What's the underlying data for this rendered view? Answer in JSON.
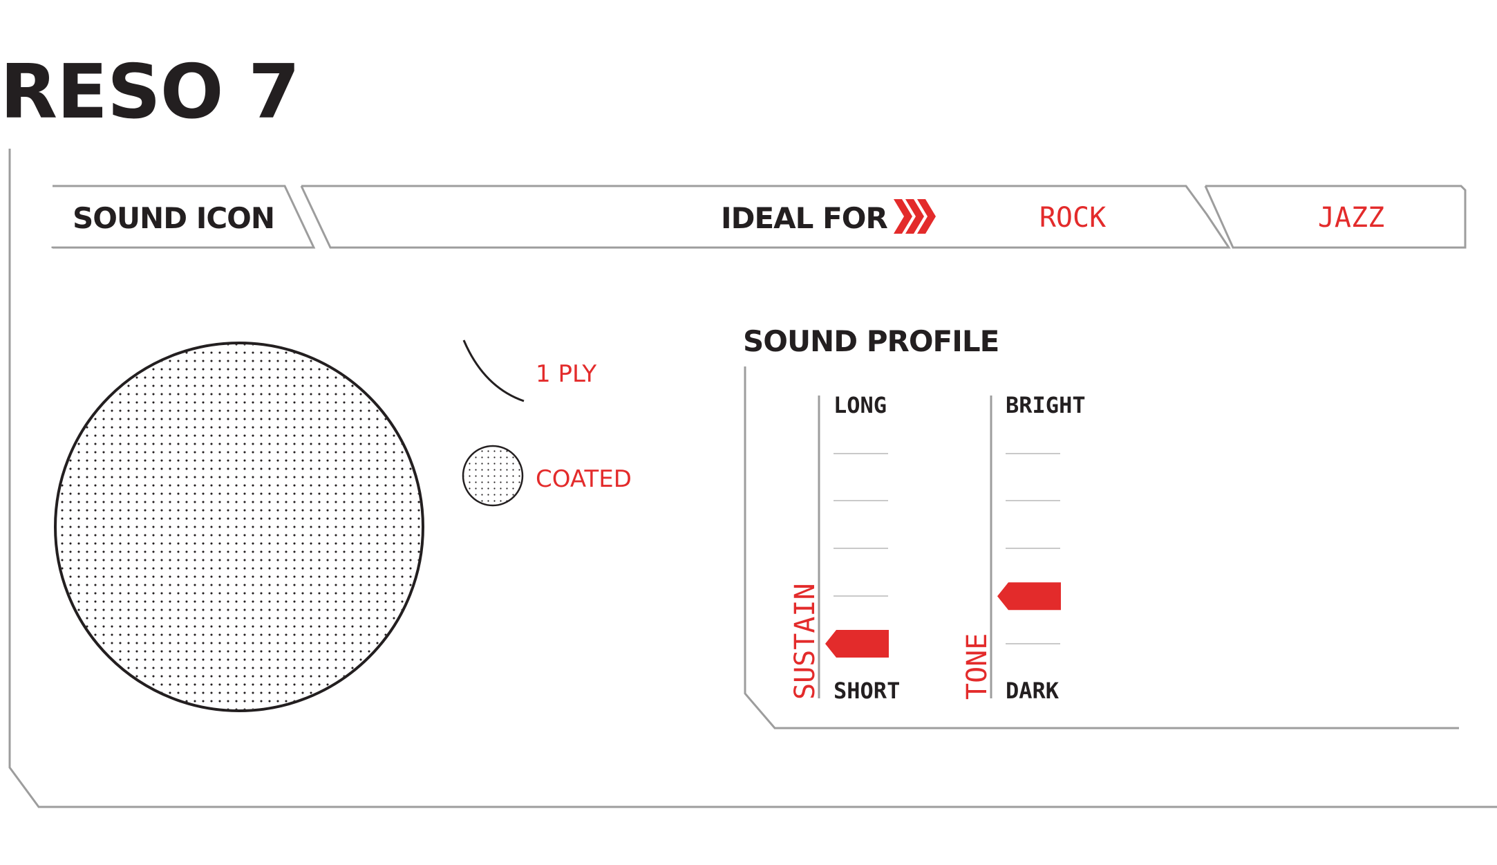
{
  "product": {
    "title": "RESO 7"
  },
  "header": {
    "sound_icon_label": "SOUND ICON",
    "ideal_for_label": "IDEAL FOR",
    "genres": [
      "ROCK",
      "JAZZ"
    ]
  },
  "drumhead": {
    "ply_label": "1 PLY",
    "finish_label": "COATED"
  },
  "sound_profile": {
    "title": "SOUND PROFILE",
    "meters": [
      {
        "name": "SUSTAIN",
        "top_label": "LONG",
        "bottom_label": "SHORT",
        "level": 0.0
      },
      {
        "name": "TONE",
        "top_label": "BRIGHT",
        "bottom_label": "DARK",
        "level": 0.25
      }
    ]
  },
  "colors": {
    "accent": "#e32b2b",
    "ink": "#231f20",
    "frame": "#9d9d9d",
    "tick": "#c9c9c9"
  }
}
